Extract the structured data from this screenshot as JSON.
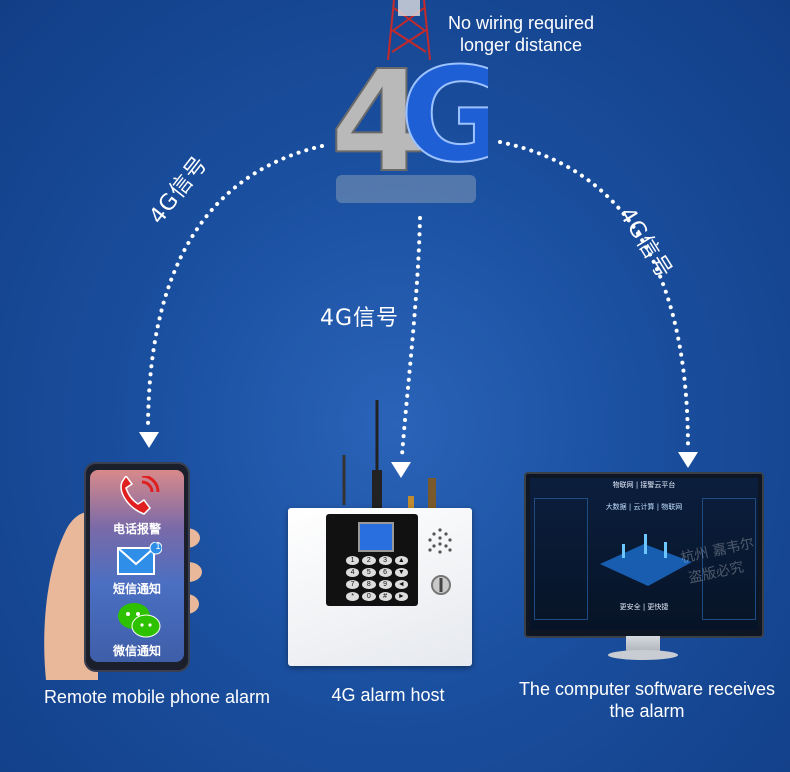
{
  "header": {
    "line1": "No wiring required",
    "line2": "longer distance",
    "tower_badge": "4G"
  },
  "signals": {
    "left": "4G信号",
    "middle": "4G信号",
    "right": "4G信号"
  },
  "phone": {
    "item_call": "电话报警",
    "item_sms": "短信通知",
    "item_wechat": "微信通知",
    "sms_badge": "1",
    "caption": "Remote mobile phone alarm"
  },
  "host": {
    "caption": "4G alarm host",
    "keys": [
      "1",
      "2",
      "3",
      "▲",
      "4",
      "5",
      "6",
      "▼",
      "7",
      "8",
      "9",
      "◄",
      "*",
      "0",
      "#",
      "►"
    ]
  },
  "computer": {
    "screen_title": "物联网 | 接警云平台",
    "screen_sub": "大数据 | 云计算 | 物联网",
    "screen_bottom": "更安全 | 更快捷",
    "watermark1": "杭州 嘉韦尔",
    "watermark2": "盗版必究",
    "caption_line1": "The computer software receives",
    "caption_line2": "the alarm"
  },
  "colors": {
    "background": "#1a4f9f",
    "dots": "#ffffff",
    "badge_blue": "#1f5fd6"
  }
}
